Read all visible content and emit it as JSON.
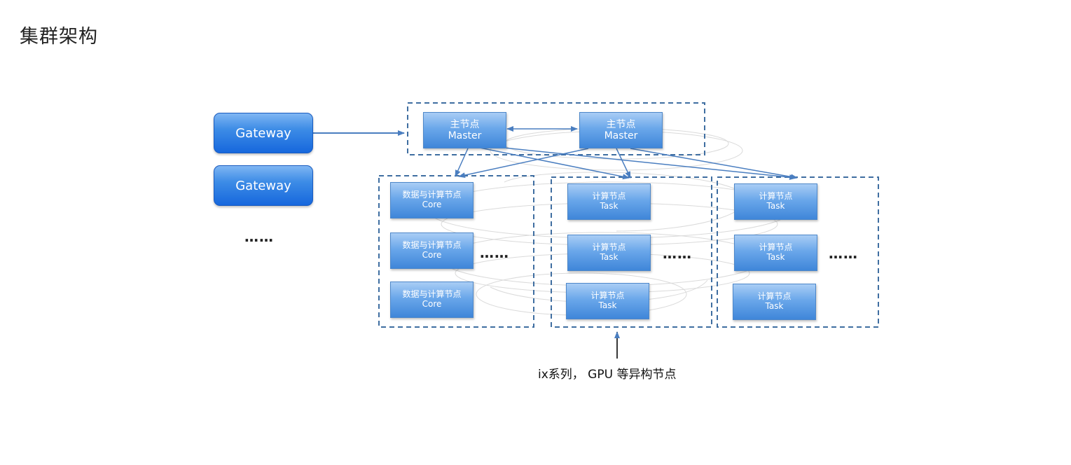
{
  "title": "集群架构",
  "gateways": [
    "Gateway",
    "Gateway"
  ],
  "gateway_ellipsis": "……",
  "masters": [
    {
      "l1": "主节点",
      "l2": "Master"
    },
    {
      "l1": "主节点",
      "l2": "Master"
    }
  ],
  "core_nodes": [
    {
      "l1": "数据与计算节点",
      "l2": "Core"
    },
    {
      "l1": "数据与计算节点",
      "l2": "Core"
    },
    {
      "l1": "数据与计算节点",
      "l2": "Core"
    }
  ],
  "task_nodes_a": [
    {
      "l1": "计算节点",
      "l2": "Task"
    },
    {
      "l1": "计算节点",
      "l2": "Task"
    },
    {
      "l1": "计算节点",
      "l2": "Task"
    }
  ],
  "task_nodes_b": [
    {
      "l1": "计算节点",
      "l2": "Task"
    },
    {
      "l1": "计算节点",
      "l2": "Task"
    },
    {
      "l1": "计算节点",
      "l2": "Task"
    }
  ],
  "group_ellipsis": "……",
  "caption": "ix系列， GPU 等异构节点",
  "colors": {
    "dashed_border": "#3f6ea1",
    "arrow": "#4a7ec0",
    "gateway_fill": "#2b7be2",
    "node_fill": "#6aa7ea"
  }
}
